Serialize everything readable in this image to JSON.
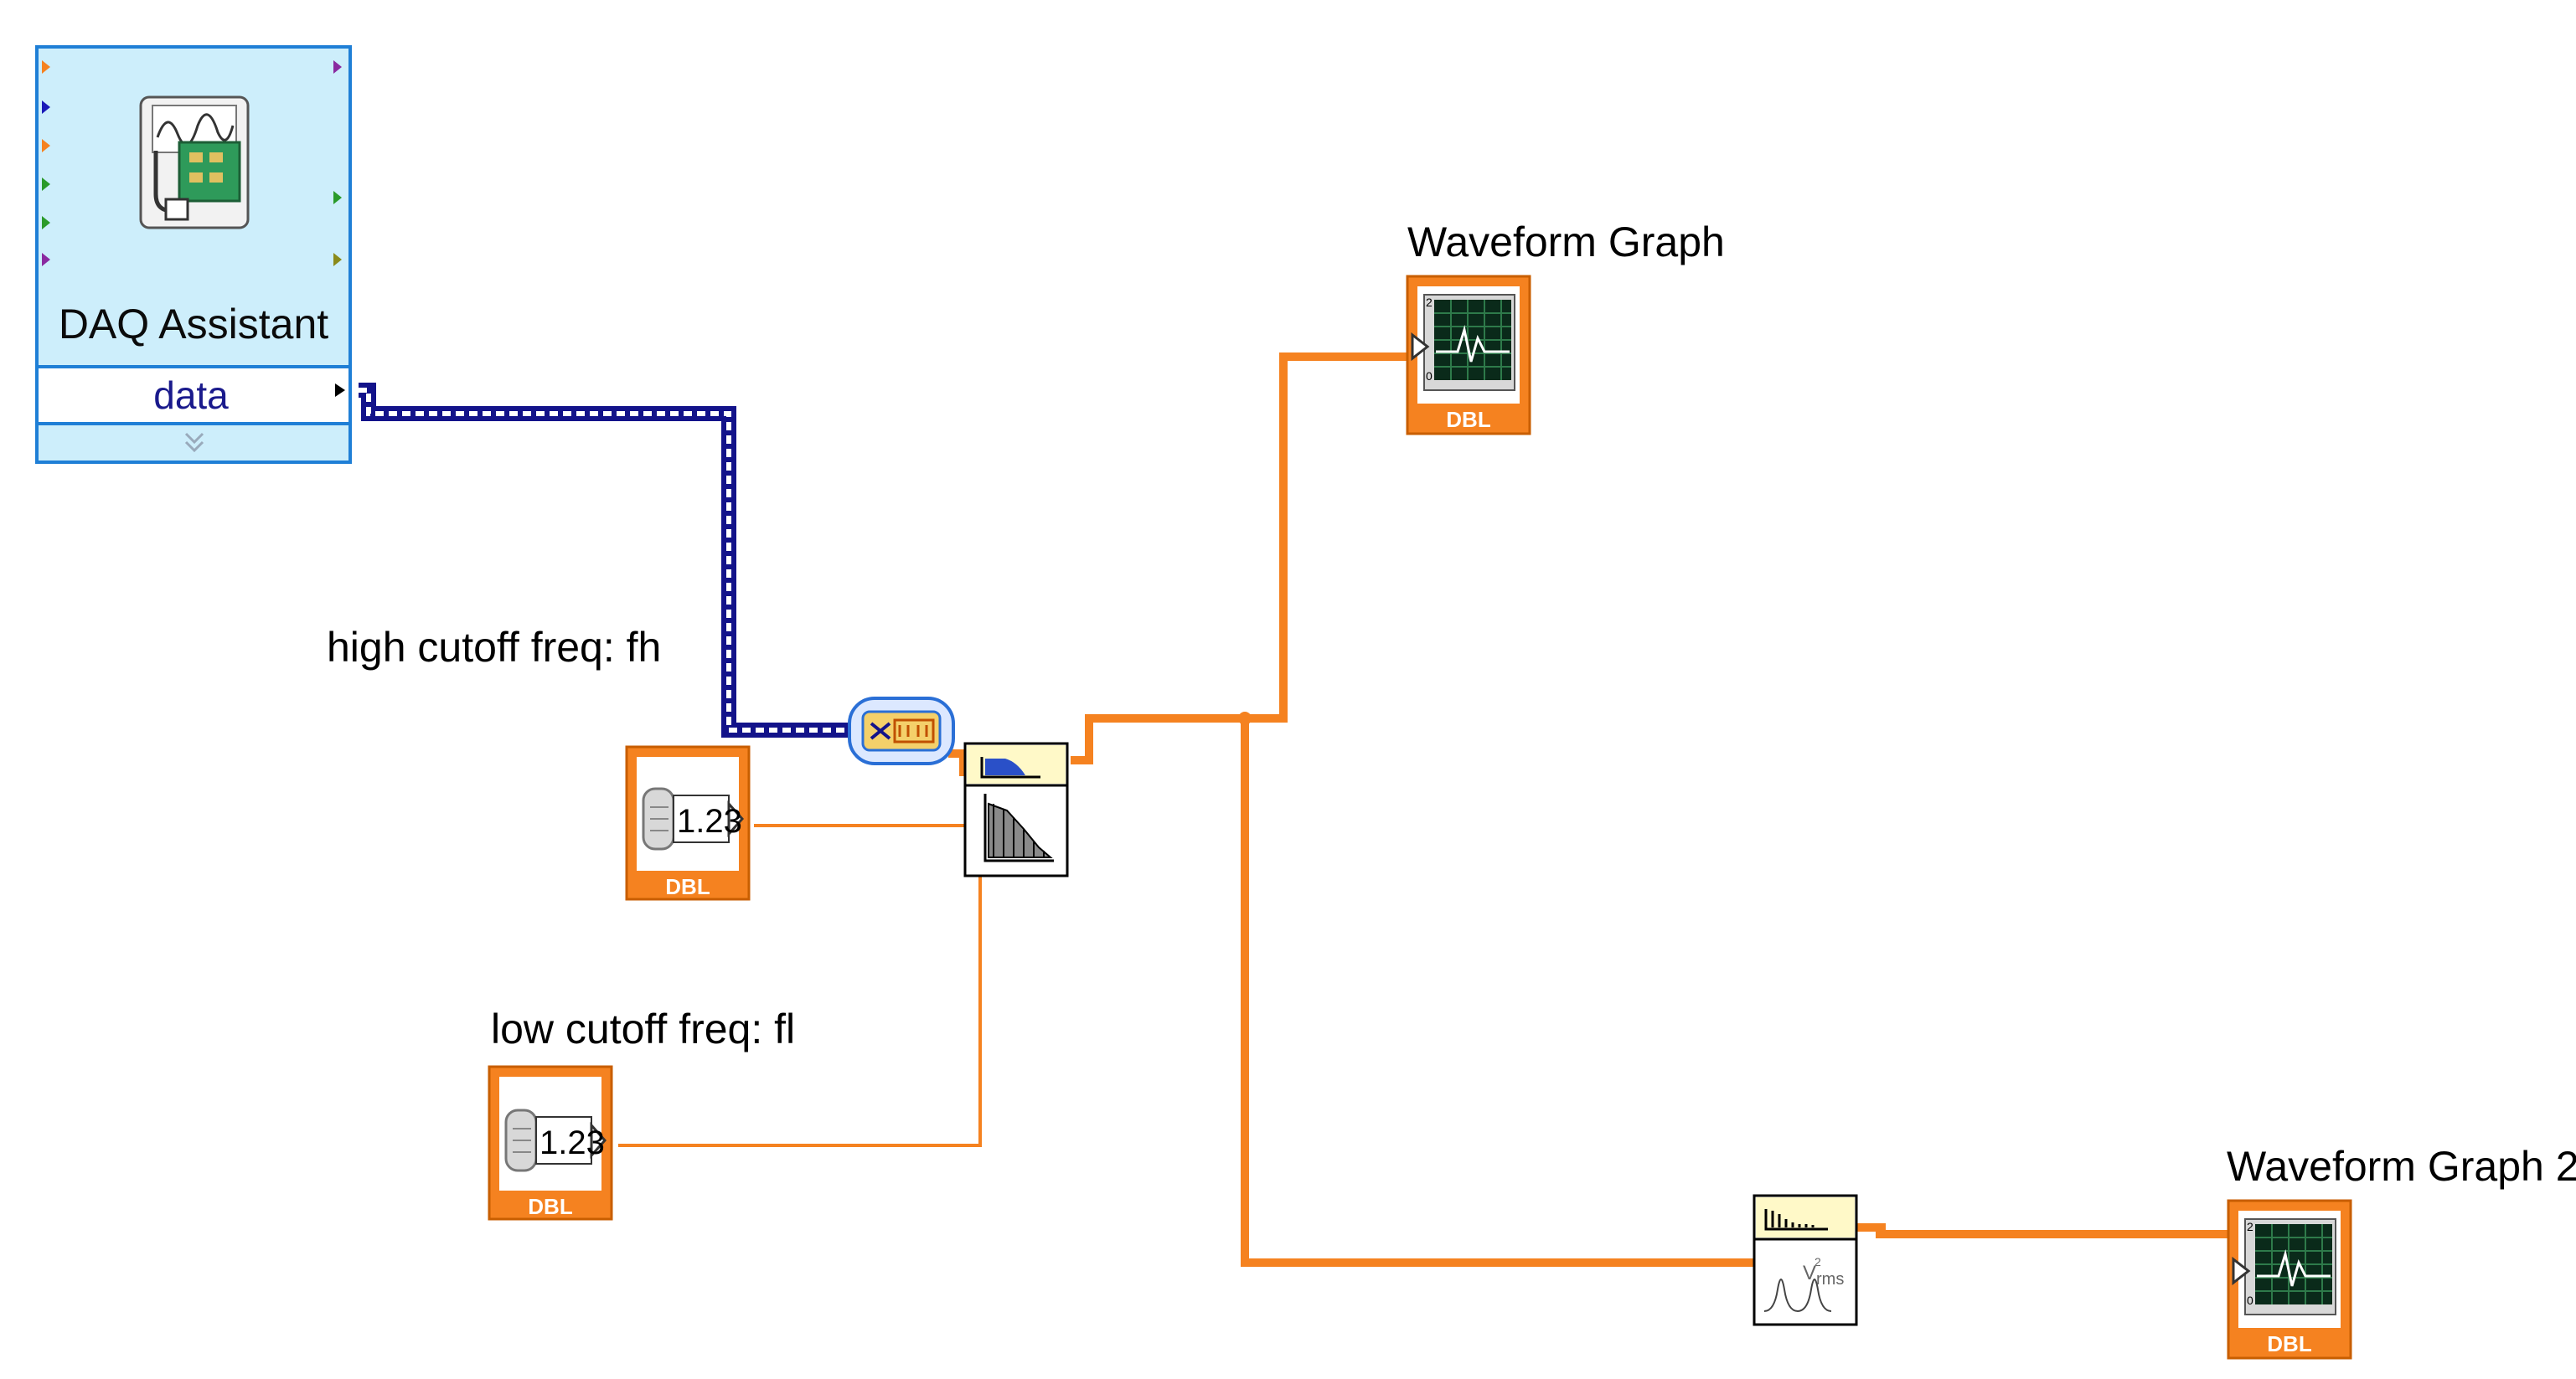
{
  "daq_assistant": {
    "title": "DAQ Assistant",
    "output_label": "data"
  },
  "controls": {
    "high_cutoff": {
      "label": "high cutoff freq: fh",
      "value": "1.23",
      "type": "DBL"
    },
    "low_cutoff": {
      "label": "low cutoff freq: fl",
      "value": "1.23",
      "type": "DBL"
    }
  },
  "indicators": {
    "graph1": {
      "label": "Waveform Graph",
      "type": "DBL"
    },
    "graph2": {
      "label": "Waveform Graph 2",
      "type": "DBL"
    }
  },
  "colors": {
    "daq_fill": "#cdeefb",
    "daq_border": "#1f7fd6",
    "dynamic_wire": "#13138a",
    "dbl_wire": "#f58220",
    "terminal_orange": "#f58220"
  },
  "icons": {
    "daq": "daq-assistant-icon",
    "convert": "convert-from-dynamic-data-icon",
    "filter": "filter-express-vi-icon",
    "spectral": "spectral-measurements-icon",
    "graph": "waveform-graph-icon",
    "numeric": "numeric-control-icon"
  }
}
